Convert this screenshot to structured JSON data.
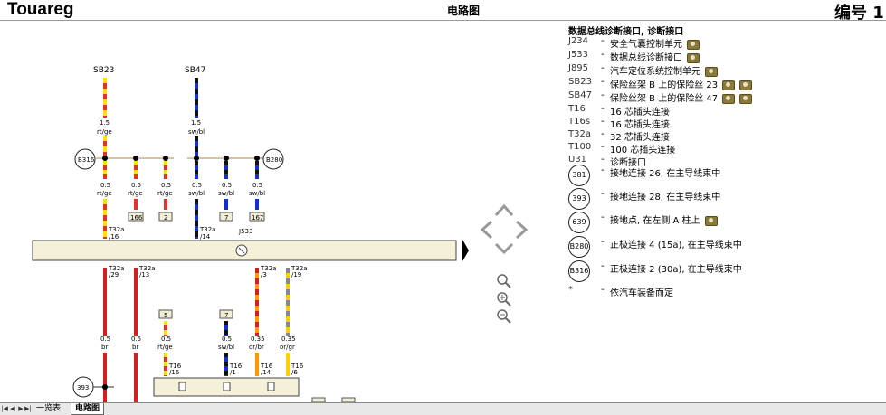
{
  "header": {
    "brand": "Touareg",
    "title": "电路图",
    "number_label": "编号 1"
  },
  "diagram": {
    "fuse_a": "SB23",
    "fuse_b": "SB47",
    "wire_1_5_a": "1.5",
    "wire_1_5_a_color": "rt/ge",
    "wire_1_5_b": "1.5",
    "wire_1_5_b_color": "sw/bl",
    "splice_b316": "B316",
    "splice_b280": "B280",
    "w05": "0.5",
    "w035": "0.35",
    "c_rtge": "rt/ge",
    "c_swbl": "sw/bl",
    "c_br": "br",
    "c_orbr": "or/br",
    "c_orgr": "or/gr",
    "ref_166": "166",
    "ref_2": "2",
    "ref_7": "7",
    "ref_167": "167",
    "ref_5": "5",
    "pin_t32a_16": "T32a",
    "pin_16": "/16",
    "pin_t32a_14": "T32a",
    "pin_14": "/14",
    "module_label": "J533",
    "pin_29": "/29",
    "pin_13": "/13",
    "pin_3": "/3",
    "pin_19": "/19",
    "t16_16": "T16",
    "t16_16n": "/16",
    "t16_1": "T16",
    "t16_1n": "/1",
    "t16_14": "T16",
    "t16_14n": "/14",
    "t16_6": "T16",
    "t16_6n": "/6",
    "ground_393": "393"
  },
  "legend": {
    "title": "数据总线诊断接口, 诊断接口",
    "items": [
      {
        "code": "J234",
        "text": "安全气囊控制单元"
      },
      {
        "code": "J533",
        "text": "数据总线诊断接口"
      },
      {
        "code": "J895",
        "text": "汽车定位系统控制单元"
      },
      {
        "code": "SB23",
        "text": "保险丝架 B 上的保险丝 23"
      },
      {
        "code": "SB47",
        "text": "保险丝架 B 上的保险丝 47"
      },
      {
        "code": "T16",
        "text": "16 芯插头连接"
      },
      {
        "code": "T16s",
        "text": "16 芯插头连接"
      },
      {
        "code": "T32a",
        "text": "32 芯插头连接"
      },
      {
        "code": "T100",
        "text": "100 芯插头连接"
      },
      {
        "code": "U31",
        "text": "诊断接口"
      }
    ],
    "circles": [
      {
        "code": "381",
        "text": "接地连接 26, 在主导线束中"
      },
      {
        "code": "393",
        "text": "接地连接 28, 在主导线束中"
      },
      {
        "code": "639",
        "text": "接地点, 在左侧 A 柱上"
      },
      {
        "code": "B280",
        "text": "正极连接 4 (15a), 在主导线束中"
      },
      {
        "code": "B316",
        "text": "正极连接 2 (30a), 在主导线束中"
      }
    ],
    "note_code": "*",
    "note_text": "依汽车装备而定"
  },
  "tabs": {
    "first": "一览表",
    "second": "电路图"
  }
}
